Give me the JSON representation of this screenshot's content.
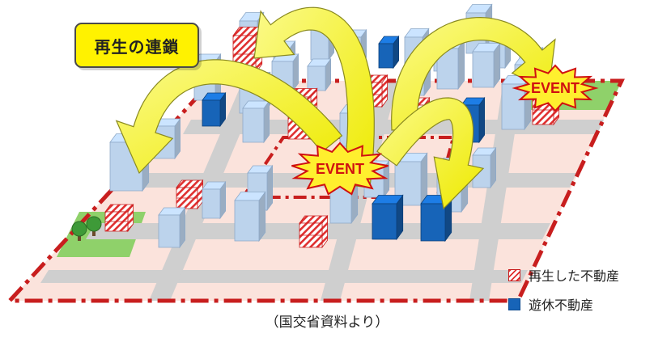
{
  "title": "再生の連鎖",
  "events": [
    {
      "label": "EVENT"
    },
    {
      "label": "EVENT"
    }
  ],
  "legend": {
    "regenerated": "再生した不動産",
    "idle": "遊休不動産"
  },
  "caption": "（国交省資料より）",
  "colors": {
    "ground": "#fbe3dc",
    "road": "#cfcfcf",
    "building": "#bcd3ec",
    "idle": "#1764b8",
    "regenerated": "#e03030",
    "arrow": "#f5f21a",
    "boundary": "#c81e1e",
    "park": "#8fd16a",
    "title_bg": "#fff200"
  }
}
